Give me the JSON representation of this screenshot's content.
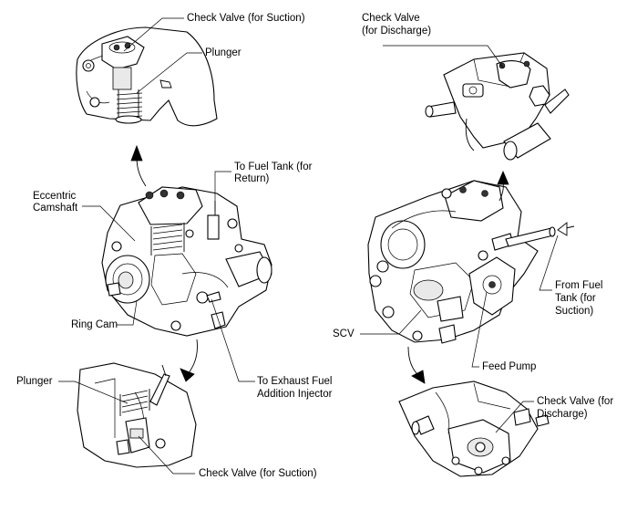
{
  "labels": {
    "check_valve_suction_top": "Check Valve (for Suction)",
    "plunger_top": "Plunger",
    "eccentric_camshaft_1": "Eccentric",
    "eccentric_camshaft_2": "Camshaft",
    "to_fuel_tank_1": "To Fuel Tank (for",
    "to_fuel_tank_2": "Return)",
    "ring_cam": "Ring Cam",
    "to_exhaust_1": "To Exhaust Fuel",
    "to_exhaust_2": "Addition Injector",
    "plunger_bottom": "Plunger",
    "check_valve_suction_bottom": "Check Valve (for Suction)",
    "check_valve_discharge_top_1": "Check Valve",
    "check_valve_discharge_top_2": "(for Discharge)",
    "from_fuel_tank_1": "From Fuel",
    "from_fuel_tank_2": "Tank (for",
    "from_fuel_tank_3": "Suction)",
    "scv": "SCV",
    "feed_pump": "Feed Pump",
    "check_valve_discharge_bottom_1": "Check Valve (for",
    "check_valve_discharge_bottom_2": "Discharge)"
  }
}
